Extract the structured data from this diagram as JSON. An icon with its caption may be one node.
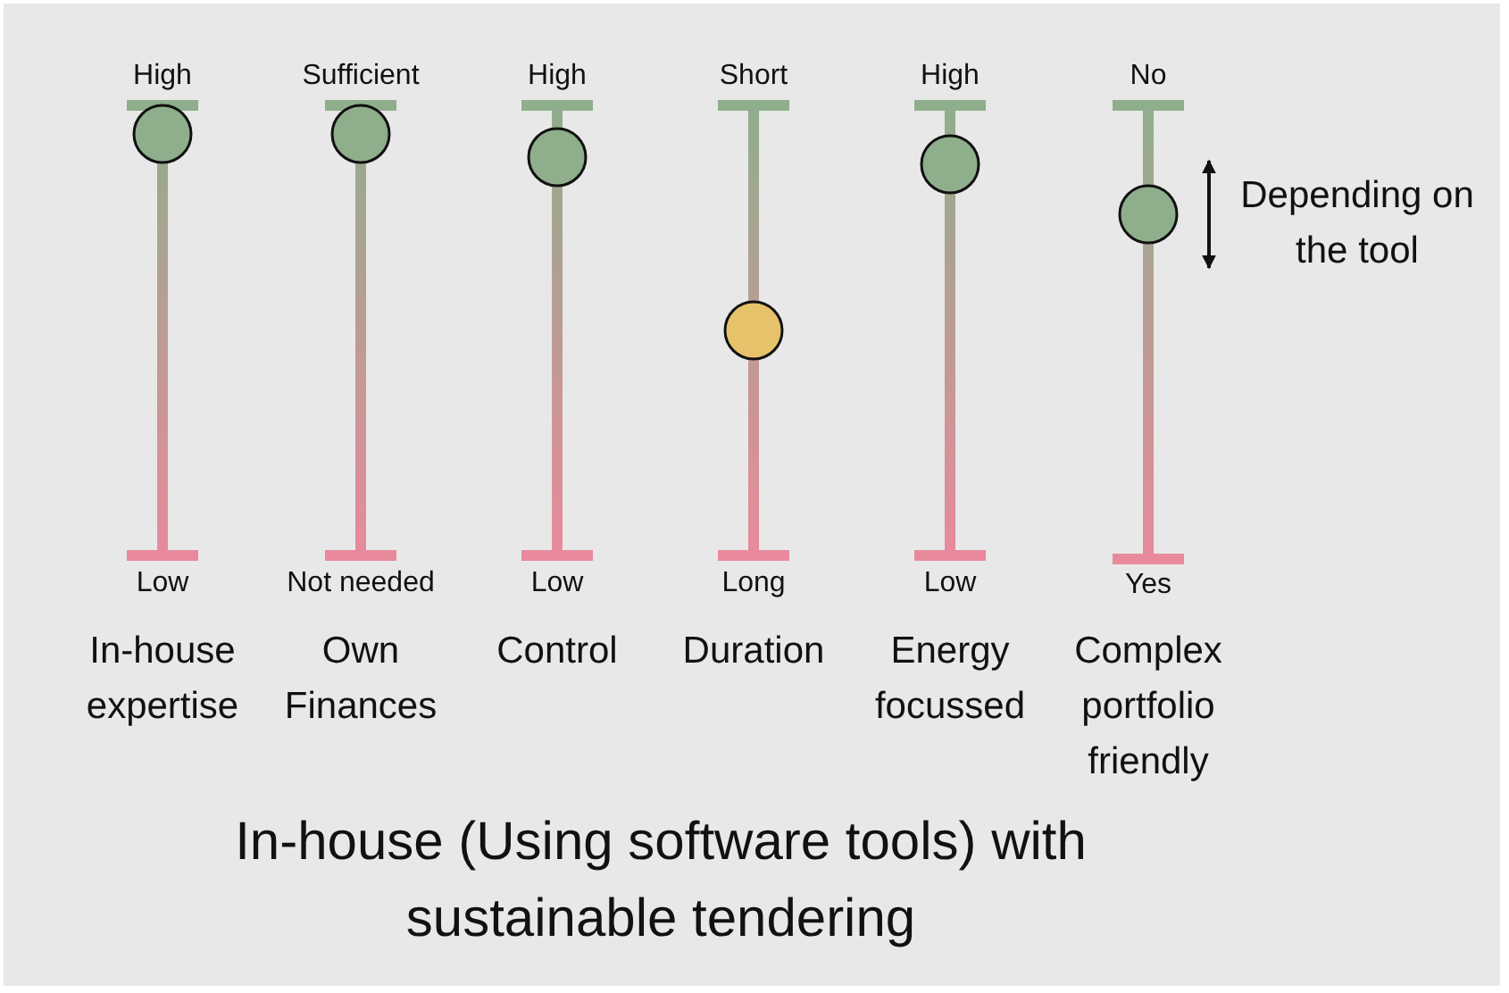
{
  "diagram": {
    "title": "In-house (Using software tools) with sustainable tendering",
    "labels": [
      "High",
      "Sufficient",
      "High",
      "Short",
      "High",
      "No",
      "Depending on the tool",
      "Low",
      "Not needed",
      "Low",
      "Long",
      "Low",
      "Yes",
      "In-house expertise",
      "Own Finances",
      "Control",
      "Duration",
      "Energy focussed",
      "Complex portfolio friendly"
    ]
  }
}
